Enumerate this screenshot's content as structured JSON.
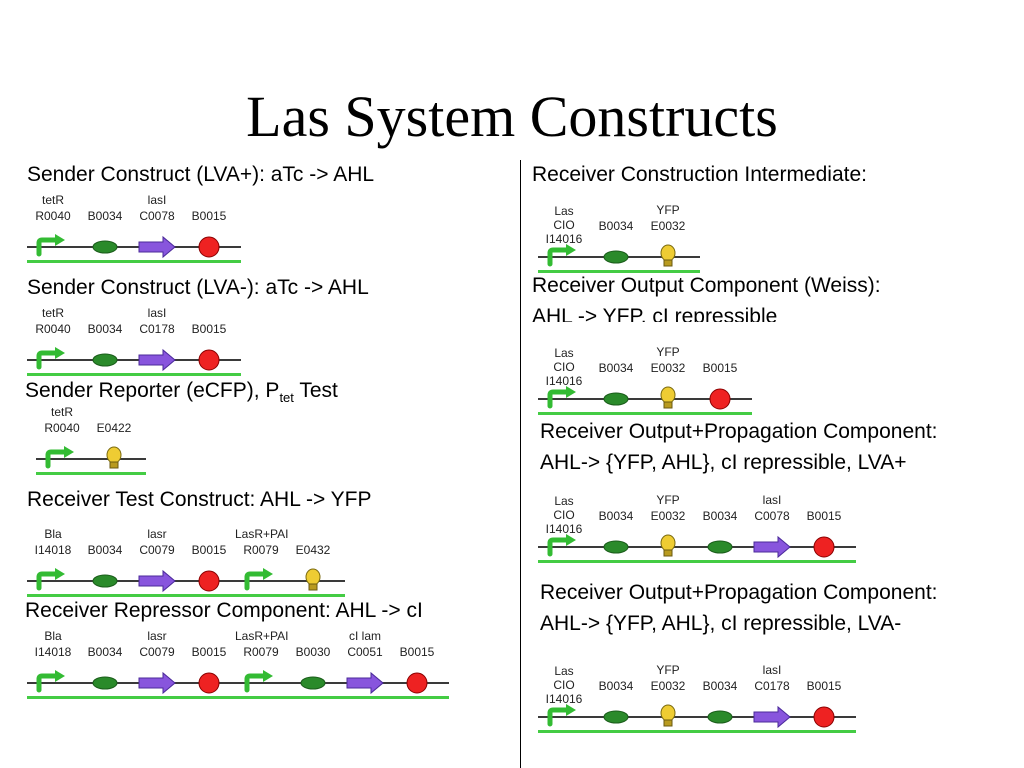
{
  "title": "Las System Constructs",
  "colors": {
    "underline": "#44cc44",
    "promoter": "#33bb33",
    "rbs": "#2a8a2a",
    "coding": "#8855dd",
    "terminator": "#ee2222",
    "reporter": "#eecc33"
  },
  "left": [
    {
      "heading": "Sender Construct (LVA+): aTc -> AHL",
      "parts": [
        {
          "name": "tetR",
          "id": "R0040",
          "glyph": "promoter"
        },
        {
          "name": "",
          "id": "B0034",
          "glyph": "rbs"
        },
        {
          "name": "lasI",
          "id": "C0078",
          "glyph": "coding"
        },
        {
          "name": "",
          "id": "B0015",
          "glyph": "terminator"
        }
      ]
    },
    {
      "heading": "Sender Construct (LVA-): aTc -> AHL",
      "parts": [
        {
          "name": "tetR",
          "id": "R0040",
          "glyph": "promoter"
        },
        {
          "name": "",
          "id": "B0034",
          "glyph": "rbs"
        },
        {
          "name": "lasI",
          "id": "C0178",
          "glyph": "coding"
        },
        {
          "name": "",
          "id": "B0015",
          "glyph": "terminator"
        }
      ]
    },
    {
      "heading": "Sender Reporter (eCFP), P",
      "heading_sub": "tet",
      "heading_after": " Test",
      "parts": [
        {
          "name": "tetR",
          "id": "R0040",
          "glyph": "promoter"
        },
        {
          "name": "",
          "id": "E0422",
          "glyph": "reporter"
        }
      ]
    },
    {
      "heading": "Receiver Test Construct: AHL -> YFP",
      "parts": [
        {
          "name": "Bla",
          "id": "I14018",
          "glyph": "promoter"
        },
        {
          "name": "",
          "id": "B0034",
          "glyph": "rbs"
        },
        {
          "name": "lasr",
          "id": "C0079",
          "glyph": "coding"
        },
        {
          "name": "",
          "id": "B0015",
          "glyph": "terminator"
        },
        {
          "name": "LasR+PAI",
          "id": "R0079",
          "glyph": "promoter"
        },
        {
          "name": "",
          "id": "E0432",
          "glyph": "reporter"
        }
      ]
    },
    {
      "heading": "Receiver Repressor Component: AHL -> cI",
      "parts": [
        {
          "name": "Bla",
          "id": "I14018",
          "glyph": "promoter"
        },
        {
          "name": "",
          "id": "B0034",
          "glyph": "rbs"
        },
        {
          "name": "lasr",
          "id": "C0079",
          "glyph": "coding"
        },
        {
          "name": "",
          "id": "B0015",
          "glyph": "terminator"
        },
        {
          "name": "LasR+PAI",
          "id": "R0079",
          "glyph": "promoter"
        },
        {
          "name": "",
          "id": "B0030",
          "glyph": "rbs"
        },
        {
          "name": "cI lam",
          "id": "C0051",
          "glyph": "coding"
        },
        {
          "name": "",
          "id": "B0015",
          "glyph": "terminator"
        }
      ]
    }
  ],
  "right": [
    {
      "heading": "Receiver Construction Intermediate:",
      "parts": [
        {
          "name": "Las",
          "id": "CIO",
          "extra": "I14016",
          "glyph": "promoter"
        },
        {
          "name": "",
          "id": "B0034",
          "glyph": "rbs"
        },
        {
          "name": "YFP",
          "id": "E0032",
          "glyph": "reporter"
        }
      ]
    },
    {
      "heading": "Receiver Output Component (Weiss):",
      "heading2": "AHL -> YFP, cI repressible",
      "parts": [
        {
          "name": "Las",
          "id": "CIO",
          "extra": "I14016",
          "glyph": "promoter"
        },
        {
          "name": "",
          "id": "B0034",
          "glyph": "rbs"
        },
        {
          "name": "YFP",
          "id": "E0032",
          "glyph": "reporter"
        },
        {
          "name": "",
          "id": "B0015",
          "glyph": "terminator"
        }
      ]
    },
    {
      "heading": "Receiver Output+Propagation Component:",
      "heading2": "AHL-> {YFP, AHL}, cI repressible, LVA+",
      "parts": [
        {
          "name": "Las",
          "id": "CIO",
          "extra": "I14016",
          "glyph": "promoter"
        },
        {
          "name": "",
          "id": "B0034",
          "glyph": "rbs"
        },
        {
          "name": "YFP",
          "id": "E0032",
          "glyph": "reporter"
        },
        {
          "name": "",
          "id": "B0034",
          "glyph": "rbs"
        },
        {
          "name": "lasI",
          "id": "C0078",
          "glyph": "coding"
        },
        {
          "name": "",
          "id": "B0015",
          "glyph": "terminator"
        }
      ]
    },
    {
      "heading": "Receiver Output+Propagation Component:",
      "heading2": "AHL-> {YFP, AHL}, cI repressible, LVA-",
      "parts": [
        {
          "name": "Las",
          "id": "CIO",
          "extra": "I14016",
          "glyph": "promoter"
        },
        {
          "name": "",
          "id": "B0034",
          "glyph": "rbs"
        },
        {
          "name": "YFP",
          "id": "E0032",
          "glyph": "reporter"
        },
        {
          "name": "",
          "id": "B0034",
          "glyph": "rbs"
        },
        {
          "name": "lasI",
          "id": "C0178",
          "glyph": "coding"
        },
        {
          "name": "",
          "id": "B0015",
          "glyph": "terminator"
        }
      ]
    }
  ]
}
